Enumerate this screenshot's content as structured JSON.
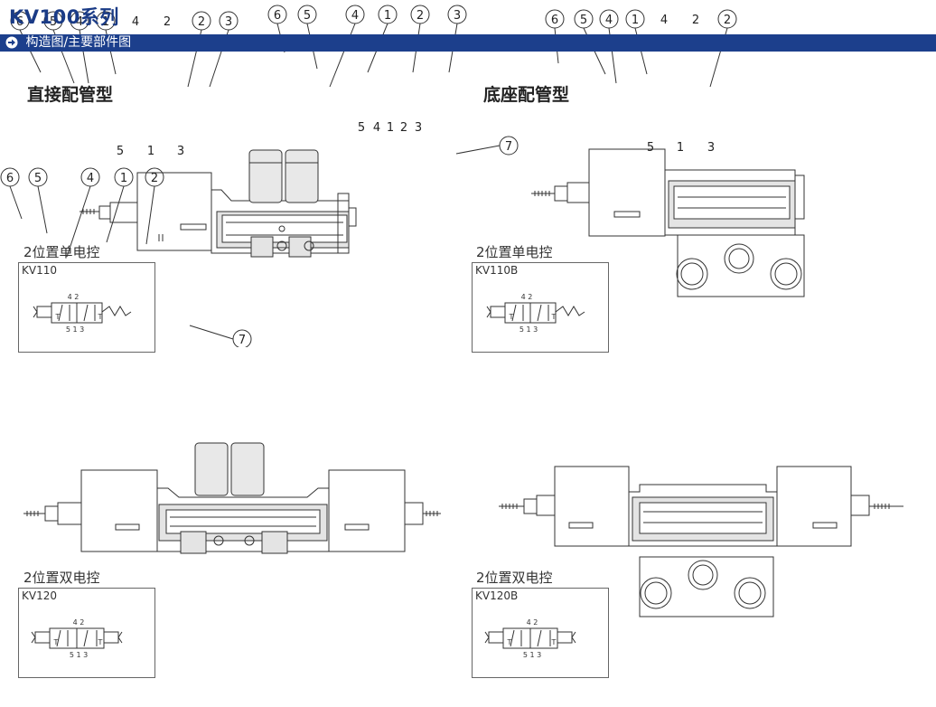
{
  "title": "KV100系列",
  "section": "构造图/主要部件图",
  "left_heading": "直接配管型",
  "right_heading": "底座配管型",
  "panels": [
    {
      "caption": "2位置单电控",
      "model": "KV110"
    },
    {
      "caption": "2位置单电控",
      "model": "KV110B"
    },
    {
      "caption": "2位置双电控",
      "model": "KV120"
    },
    {
      "caption": "2位置双电控",
      "model": "KV120B"
    }
  ],
  "callouts": {
    "n1": "1",
    "n2": "2",
    "n3": "3",
    "n4": "4",
    "n5": "5",
    "n6": "6",
    "n7": "7"
  },
  "ports": {
    "p1": "1",
    "p2": "2",
    "p3": "3",
    "p4": "4",
    "p5": "5"
  },
  "symbol": {
    "top": "4 2",
    "bottom": "5 1 3",
    "t": "T"
  }
}
